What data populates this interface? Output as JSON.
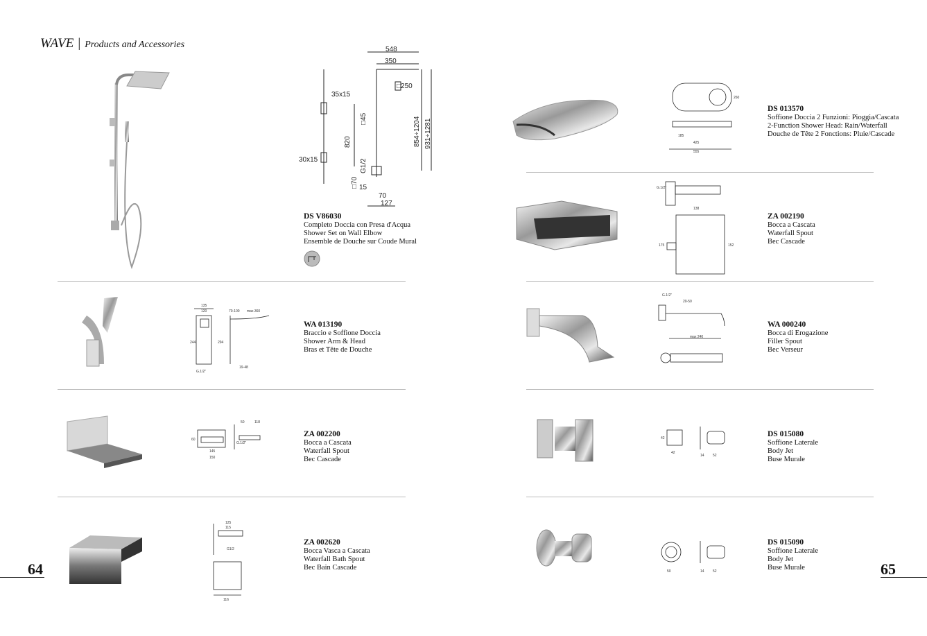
{
  "header": {
    "brand": "WAVE",
    "separator": "|",
    "subtitle": "Products and Accessories"
  },
  "pages": {
    "left": "64",
    "right": "65"
  },
  "products_left": [
    {
      "code": "DS V86030",
      "lines": [
        "Completo Doccia con Presa d'Acqua",
        "Shower Set on Wall Elbow",
        "Ensemble de Douche sur Coude Mural"
      ]
    },
    {
      "code": "WA 013190",
      "lines": [
        "Braccio e Soffione Doccia",
        "Shower Arm & Head",
        "Bras et Tête de Douche"
      ]
    },
    {
      "code": "ZA 002200",
      "lines": [
        "Bocca a Cascata",
        "Waterfall Spout",
        "Bec Cascade"
      ]
    },
    {
      "code": "ZA 002620",
      "lines": [
        "Bocca Vasca a Cascata",
        "Waterfall Bath Spout",
        "Bec Bain Cascade"
      ]
    }
  ],
  "products_right": [
    {
      "code": "DS 013570",
      "lines": [
        "Soffione Doccia 2 Funzioni: Pioggia/Cascata",
        "2-Function Shower Head: Rain/Waterfall",
        "Douche de Tête 2 Fonctions: Pluie/Cascade"
      ]
    },
    {
      "code": "ZA 002190",
      "lines": [
        "Bocca a Cascata",
        "Waterfall Spout",
        "Bec Cascade"
      ]
    },
    {
      "code": "WA 000240",
      "lines": [
        "Bocca di Erogazione",
        "Filler Spout",
        "Bec Verseur"
      ]
    },
    {
      "code": "DS 015080",
      "lines": [
        "Soffione Laterale",
        "Body Jet",
        "Buse Murale"
      ]
    },
    {
      "code": "DS 015090",
      "lines": [
        "Soffione Laterale",
        "Body Jet",
        "Buse Murale"
      ]
    }
  ],
  "drawing_main": {
    "w548": "548",
    "w350": "350",
    "h250": "□250",
    "bar": "35x15",
    "sq45": "□45",
    "h820": "820",
    "h854": "854÷1204",
    "h931": "931÷1281",
    "bar2": "30x15",
    "g12": "G1/2",
    "sq70": "□70",
    "d15": "15",
    "d70": "70",
    "d127": "127"
  },
  "drawing_small": {
    "wa013190": [
      "135",
      "120",
      "70-100",
      "max.360",
      "244",
      "294",
      "G.1/2\"",
      "19-48"
    ],
    "za002200": [
      "50",
      "118",
      "60",
      "145",
      "150",
      "G.1/2\""
    ],
    "za002620": [
      "125",
      "115",
      "G1/2",
      "116"
    ],
    "ds013570": [
      "555",
      "425",
      "185",
      "260"
    ],
    "za002190": [
      "G.1/2\"",
      "138",
      "175",
      "152"
    ],
    "wa000240": [
      "G.1/2\"",
      "20-50",
      "max 240"
    ],
    "ds015080": [
      "42",
      "42",
      "14",
      "52"
    ],
    "ds015090": [
      "50",
      "14",
      "52"
    ]
  }
}
